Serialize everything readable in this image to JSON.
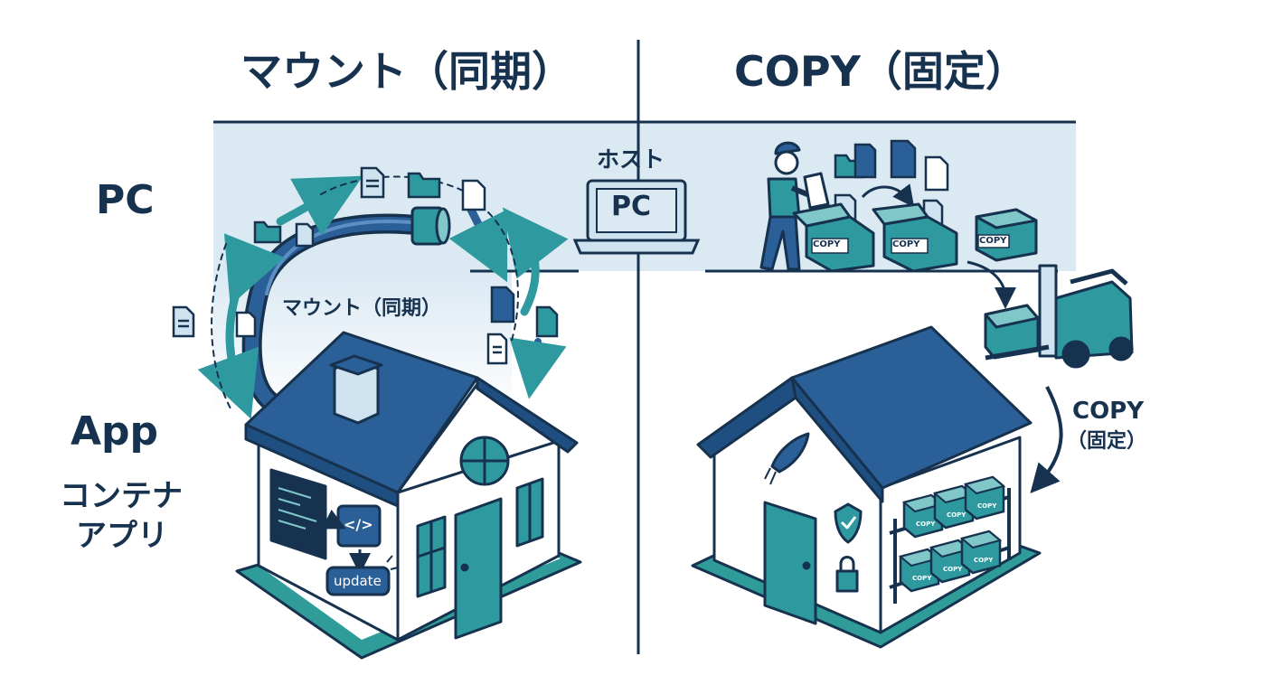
{
  "columns": {
    "left_title": "マウント（同期）",
    "right_title": "COPY（固定）"
  },
  "rows": {
    "pc_label": "PC",
    "app_label": "App",
    "app_sub_line1": "コンテナ",
    "app_sub_line2": "アプリ"
  },
  "host": {
    "caption": "ホスト",
    "laptop_text": "PC"
  },
  "left_diagram": {
    "mount_label": "マウント（同期）",
    "update_button": "update",
    "code_icon": "</>"
  },
  "right_diagram": {
    "copy_label_line1": "COPY",
    "copy_label_line2": "（固定）",
    "box_label": "COPY"
  },
  "colors": {
    "navy": "#16324f",
    "roof_blue": "#2b5f97",
    "teal": "#2e9aa0",
    "pale_blue": "#dbe9f3",
    "ground_teal": "#2f9c9a"
  }
}
